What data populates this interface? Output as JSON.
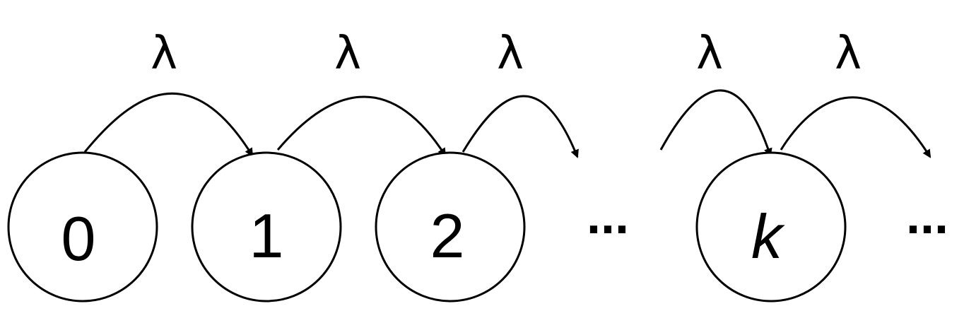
{
  "states": [
    {
      "id": "state-0",
      "label": "0",
      "italic": false
    },
    {
      "id": "state-1",
      "label": "1",
      "italic": false
    },
    {
      "id": "state-2",
      "label": "2",
      "italic": false
    },
    {
      "id": "state-k",
      "label": "k",
      "italic": true
    }
  ],
  "rate_label": "λ",
  "ellipsis": "...",
  "colors": {
    "stroke": "#000000",
    "background": "#ffffff"
  }
}
